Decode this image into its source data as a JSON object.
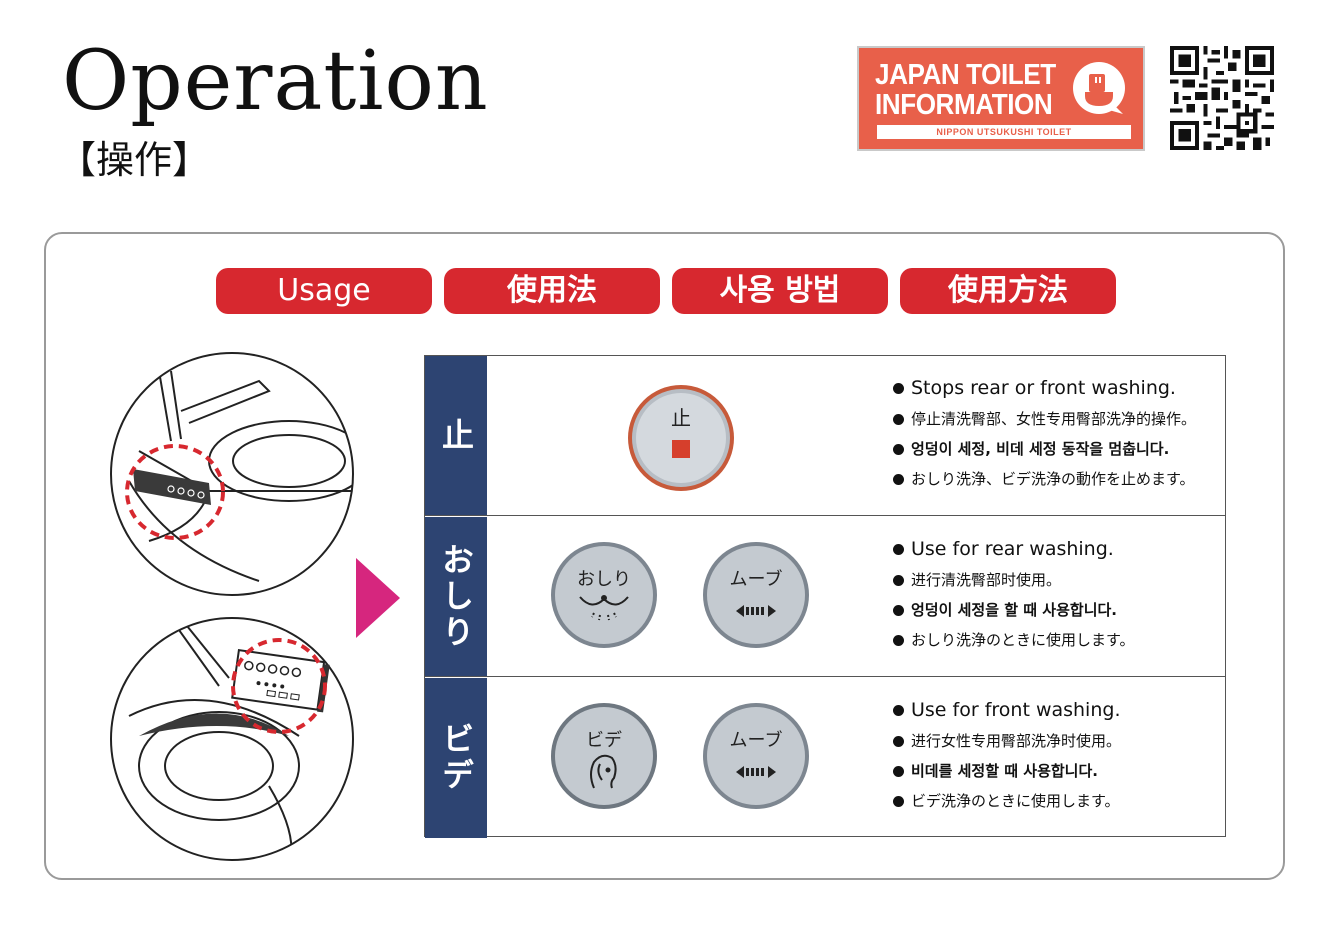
{
  "header": {
    "title": "Operation",
    "subtitle": "【操作】"
  },
  "brand": {
    "line1": "JAPAN TOILET",
    "line2": "INFORMATION",
    "tagline": "NIPPON UTSUKUSHI TOILET",
    "color": "#e8604a"
  },
  "tabs": [
    {
      "label": "Usage"
    },
    {
      "label": "使用法"
    },
    {
      "label": "사용 방법"
    },
    {
      "label": "使用方法"
    }
  ],
  "colors": {
    "tab": "#d7282f",
    "row_label": "#2d4472",
    "arrow": "#d6267e",
    "highlight": "#d7282f"
  },
  "rows": [
    {
      "label": "止",
      "buttons": [
        {
          "text": "止",
          "icon": "stop-square-icon"
        }
      ],
      "en": "Stops rear or front washing.",
      "zh": "停止清洗臀部、女性专用臀部洗净的操作。",
      "ko": "엉덩이 세정, 비데 세정 동작을 멈춥니다.",
      "ja": "おしり洗浄、ビデ洗浄の動作を止めます。"
    },
    {
      "label": "おしり",
      "buttons": [
        {
          "text": "おしり",
          "icon": "rear-wash-icon"
        },
        {
          "text": "ムーブ",
          "icon": "move-arrows-icon"
        }
      ],
      "en": "Use for rear washing.",
      "zh": "进行清洗臀部时使用。",
      "ko": "엉덩이 세정을 할 때 사용합니다.",
      "ja": "おしり洗浄のときに使用します。"
    },
    {
      "label": "ビデ",
      "buttons": [
        {
          "text": "ビデ",
          "icon": "woman-face-icon"
        },
        {
          "text": "ムーブ",
          "icon": "move-arrows-icon"
        }
      ],
      "en": "Use for front washing.",
      "zh": "进行女性专用臀部洗净时使用。",
      "ko": "비데를 세정할 때 사용합니다.",
      "ja": "ビデ洗浄のときに使用します。"
    }
  ]
}
